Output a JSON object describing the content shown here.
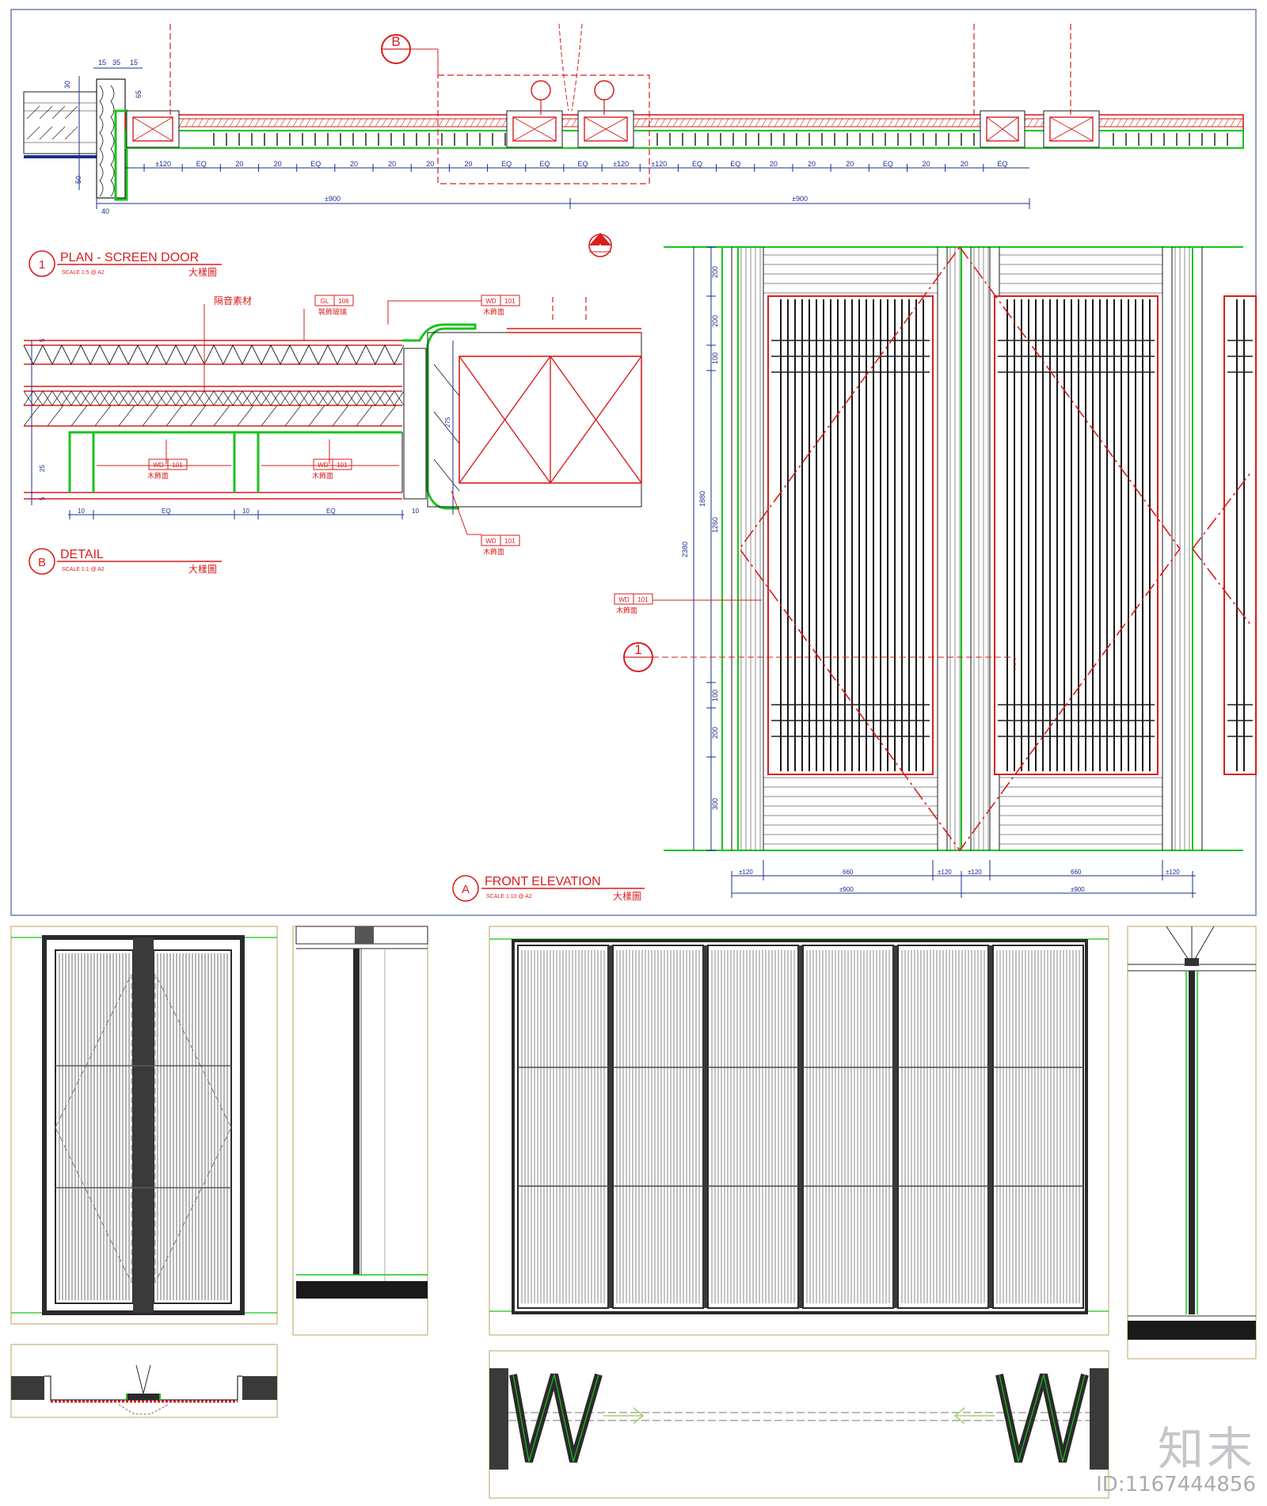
{
  "titles": {
    "plan": {
      "num": "1",
      "text": "PLAN - SCREEN DOOR",
      "scale": "SCALE 1:5 @ A2",
      "cn": "大樣圖"
    },
    "detail": {
      "num": "B",
      "text": "DETAIL",
      "scale": "SCALE 1:1 @ A2",
      "cn": "大樣圖"
    },
    "elevation": {
      "num": "A",
      "text": "FRONT ELEVATION",
      "scale": "SCALE 1:10 @ A2",
      "cn": "大樣圖"
    }
  },
  "markers": {
    "section_b": "B",
    "section_a": "A",
    "section_1": "1"
  },
  "plan_dims": {
    "top": [
      "15",
      "35",
      "15"
    ],
    "left": [
      "30",
      "65",
      "50",
      "40"
    ],
    "row": [
      "±120",
      "EQ",
      "20",
      "20",
      "EQ",
      "20",
      "20",
      "20",
      "20",
      "EQ",
      "EQ",
      "EQ",
      "±120",
      "±120",
      "EQ",
      "EQ",
      "20",
      "20",
      "20",
      "EQ",
      "20",
      "20",
      "EQ"
    ],
    "overall": [
      "±900",
      "±900"
    ]
  },
  "detail_labels": {
    "acoustic": "隔音素材",
    "gl_tag": {
      "code": "GL",
      "num": "106",
      "desc": "裝飾玻璃"
    },
    "wd_tag": {
      "code": "WD",
      "num": "101",
      "desc": "木飾面"
    },
    "dims_v": [
      "5",
      "25",
      "5",
      "275"
    ],
    "dims_h": [
      "10",
      "EQ",
      "10",
      "EQ",
      "10"
    ]
  },
  "elev_dims": {
    "left_v": [
      "200",
      "200",
      "100",
      "1260",
      "100",
      "200",
      "300"
    ],
    "overall_v": [
      "1880",
      "2380"
    ],
    "bottom": [
      "±120",
      "660",
      "±120",
      "±120",
      "660",
      "±120"
    ],
    "bottom_total": [
      "±900",
      "±900"
    ]
  },
  "watermark": {
    "logo": "知末",
    "id": "ID:1167444856"
  },
  "colors": {
    "red": "#d81e1e",
    "green": "#18c41c",
    "dark": "#1a1a1a",
    "blue": "#1b2f8c",
    "border": "#6d7db6",
    "frame": "#c9b27a"
  }
}
